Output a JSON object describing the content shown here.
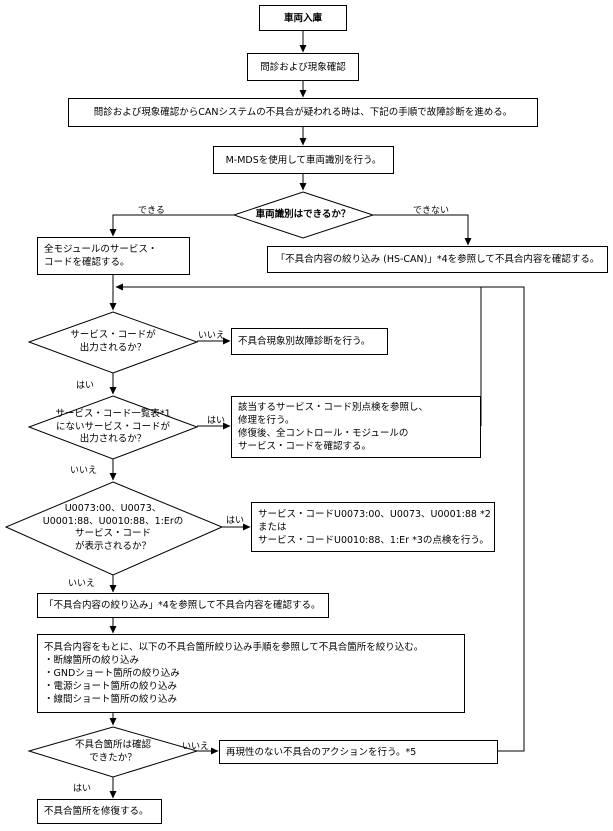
{
  "nodes": {
    "start": "車両入庫",
    "interview": "問診および現象確認",
    "procedure_note": "問診および現象確認からCANシステムの不具合が疑われる時は、下記の手順で故障診断を進める。",
    "mmds": "M-MDSを使用して車両識別を行う。",
    "vehicle_id_q": "車両識別はできるか？",
    "check_all_codes": [
      "全モジュールのサービス・",
      "コードを確認する。"
    ],
    "narrow_hs_can": "「不具合内容の絞り込み (HS-CAN)」*4を参照して不具合内容を確認する。",
    "code_output_q": [
      "サービス・コードが",
      "出力されるか？"
    ],
    "symptom_diag": "不具合現象別故障診断を行う。",
    "code_not_in_list_q": [
      "サービス・コード一覧表*1",
      "にないサービス・コードが",
      "出力されるか？"
    ],
    "inspect_repair": [
      "該当するサービス・コード別点検を参照し、",
      "修理を行う。",
      "修復後、全コントロール・モジュールの",
      "サービス・コードを確認する。"
    ],
    "specific_code_q": [
      "U0073:00、U0073、",
      "U0001:88、U0010:88、1:Erの",
      "サービス・コード",
      "が表示されるか？"
    ],
    "specific_code_check": [
      "サービス・コードU0073:00、U0073、U0001:88 *2",
      "または",
      "サービス・コードU0010:88、1:Er *3の点検を行う。"
    ],
    "narrow_content": "「不具合内容の絞り込み」*4を参照して不具合内容を確認する。",
    "narrow_location": [
      "不具合内容をもとに、以下の不具合箇所絞り込み手順を参照して不具合箇所を絞り込む。",
      "・断線箇所の絞り込み",
      "・GNDショート箇所の絞り込み",
      "・電源ショート箇所の絞り込み",
      "・線間ショート箇所の絞り込み"
    ],
    "location_confirmed_q": [
      "不具合箇所は確認",
      "できたか？"
    ],
    "no_repro_action": "再現性のない不具合のアクションを行う。*5",
    "repair_location": "不具合箇所を修復する。"
  },
  "edge_labels": {
    "can": "できる",
    "cannot": "できない",
    "no1": "いいえ",
    "yes1": "はい",
    "yes2": "はい",
    "no2": "いいえ",
    "yes3": "はい",
    "no3": "いいえ",
    "no4": "いいえ",
    "yes4": "はい"
  }
}
